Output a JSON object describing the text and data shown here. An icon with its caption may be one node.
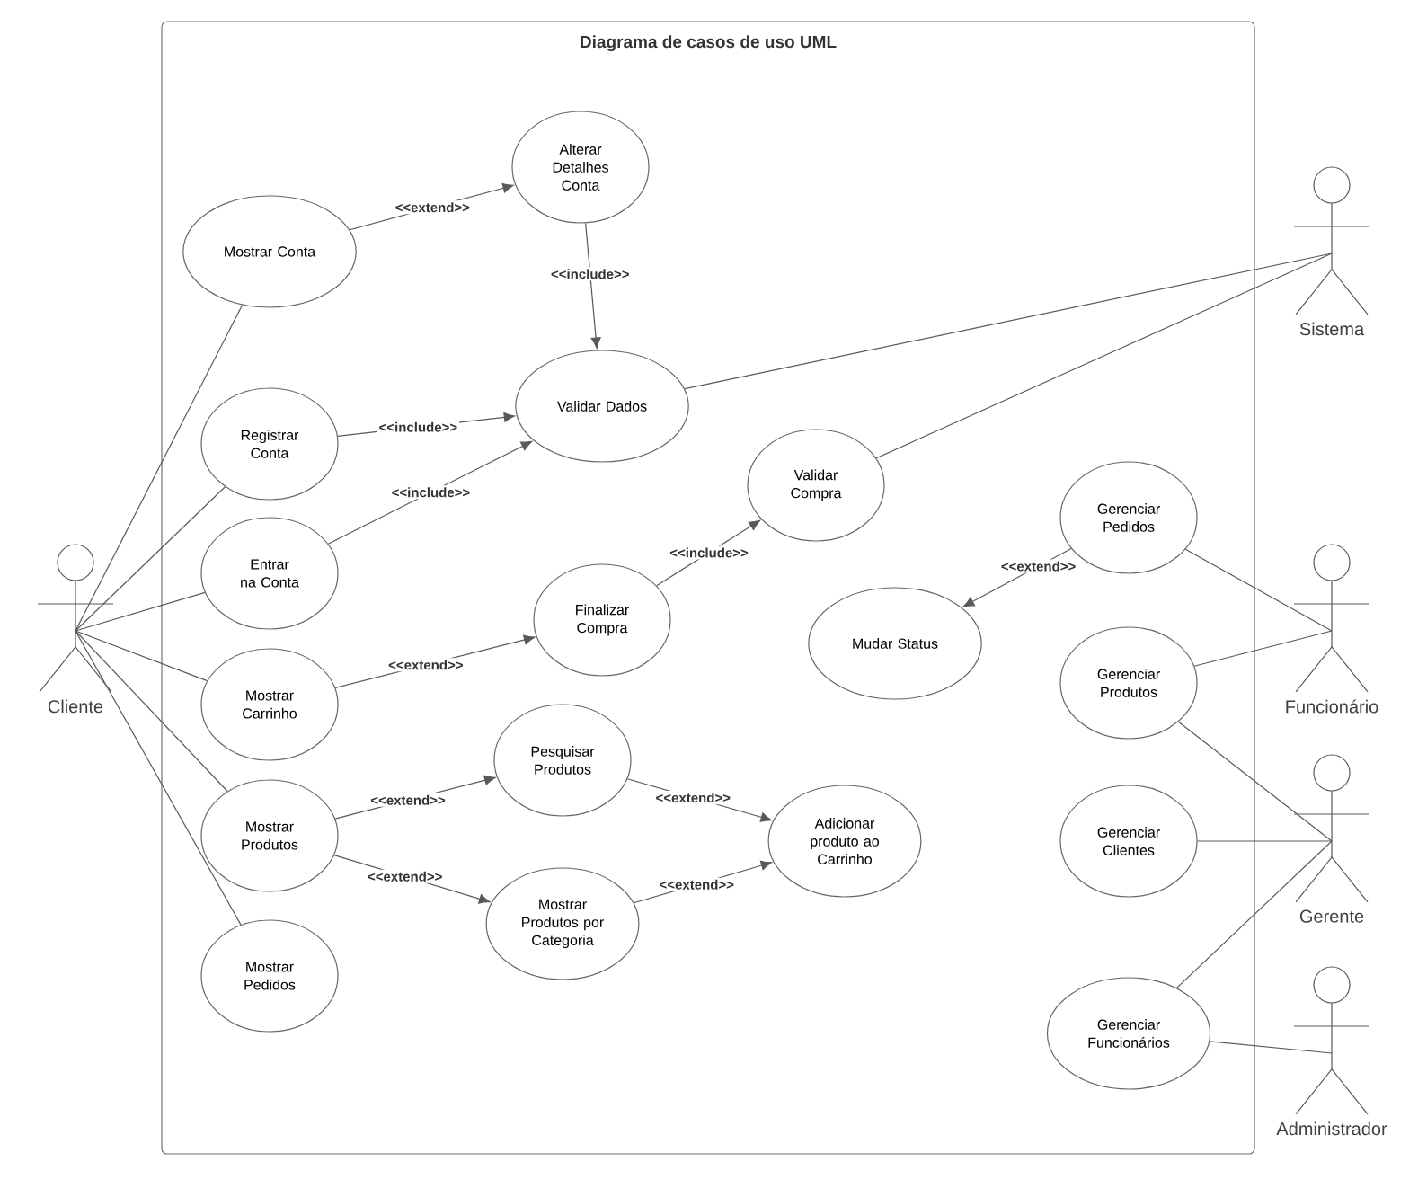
{
  "diagram": {
    "nodes": [
      {
        "text": [
          "Diagrama de casos de uso UML"
        ]
      },
      {
        "text": [
          "Cliente"
        ]
      },
      {
        "text": [
          "Mostrar Conta"
        ],
        "in": 0
      },
      {
        "text": [
          "Alterar Detalhes Conta"
        ],
        "in": 0
      },
      {
        "text": [
          "Validar Dados"
        ],
        "in": 0
      },
      {
        "text": [
          "Registrar Conta"
        ],
        "in": 0
      },
      {
        "text": [
          "Entrar na Conta"
        ],
        "in": 0
      },
      {
        "text": [
          "Validar Compra"
        ],
        "in": 0
      },
      {
        "text": [
          "Finalizar Compra"
        ],
        "in": 0
      },
      {
        "text": [
          "Gerenciar Pedidos"
        ],
        "in": 0
      },
      {
        "text": [
          "Mudar Status"
        ],
        "in": 0
      },
      {
        "text": [
          "Mostrar Carrinho"
        ],
        "in": 0
      },
      {
        "text": [
          "Gerenciar Produtos"
        ],
        "in": 0
      },
      {
        "text": [
          "Pesquisar Produtos"
        ],
        "in": 0
      },
      {
        "text": [
          "Mostrar Produtos"
        ],
        "in": 0
      },
      {
        "text": [
          "Adicionar produto ao Carrinho"
        ],
        "in": 0
      },
      {
        "text": [
          "Gerenciar Clientes"
        ],
        "in": 0
      },
      {
        "text": [
          "Mostrar Produtos por Categoria"
        ],
        "in": 0
      },
      {
        "text": [
          "Mostrar Pedidos"
        ],
        "in": 0
      },
      {
        "text": [
          "Gerenciar Funcionários"
        ],
        "in": 0
      },
      {
        "text": [
          "Sistema"
        ]
      },
      {
        "text": [
          "Funcionário"
        ]
      },
      {
        "text": [
          "Gerente"
        ]
      },
      {
        "text": [
          "Administrador"
        ]
      }
    ],
    "edges": [
      {
        "from": 1,
        "to": 2,
        "arrow": "none"
      },
      {
        "from": 1,
        "to": 5,
        "arrow": "none"
      },
      {
        "from": 1,
        "to": 6,
        "arrow": "none"
      },
      {
        "from": 1,
        "to": 11,
        "arrow": "none"
      },
      {
        "from": 1,
        "to": 14,
        "arrow": "none"
      },
      {
        "from": 1,
        "to": 18,
        "arrow": "none"
      },
      {
        "from": 2,
        "to": 3,
        "arrow": "to",
        "label": "<<extend>>"
      },
      {
        "from": 3,
        "to": 4,
        "arrow": "to",
        "label": "<<include>>"
      },
      {
        "from": 5,
        "to": 4,
        "arrow": "to",
        "label": "<<include>>"
      },
      {
        "from": 6,
        "to": 4,
        "arrow": "to",
        "label": "<<include>>"
      },
      {
        "from": 20,
        "to": 4,
        "arrow": "none"
      },
      {
        "from": 20,
        "to": 7,
        "arrow": "none"
      },
      {
        "from": 8,
        "to": 7,
        "arrow": "to",
        "label": "<<include>>"
      },
      {
        "from": 11,
        "to": 8,
        "arrow": "to",
        "label": "<<extend>>"
      },
      {
        "from": 9,
        "to": 10,
        "arrow": "to",
        "label": "<<extend>>"
      },
      {
        "from": 21,
        "to": 9,
        "arrow": "none"
      },
      {
        "from": 21,
        "to": 12,
        "arrow": "none"
      },
      {
        "from": 22,
        "to": 12,
        "arrow": "none"
      },
      {
        "from": 22,
        "to": 16,
        "arrow": "none"
      },
      {
        "from": 22,
        "to": 19,
        "arrow": "none"
      },
      {
        "from": 23,
        "to": 19,
        "arrow": "none"
      },
      {
        "from": 14,
        "to": 13,
        "arrow": "to",
        "label": "<<extend>>"
      },
      {
        "from": 14,
        "to": 17,
        "arrow": "to",
        "label": "<<extend>>"
      },
      {
        "from": 13,
        "to": 15,
        "arrow": "to",
        "label": "<<extend>>"
      },
      {
        "from": 17,
        "to": 15,
        "arrow": "to",
        "label": "<<extend>>"
      }
    ]
  }
}
